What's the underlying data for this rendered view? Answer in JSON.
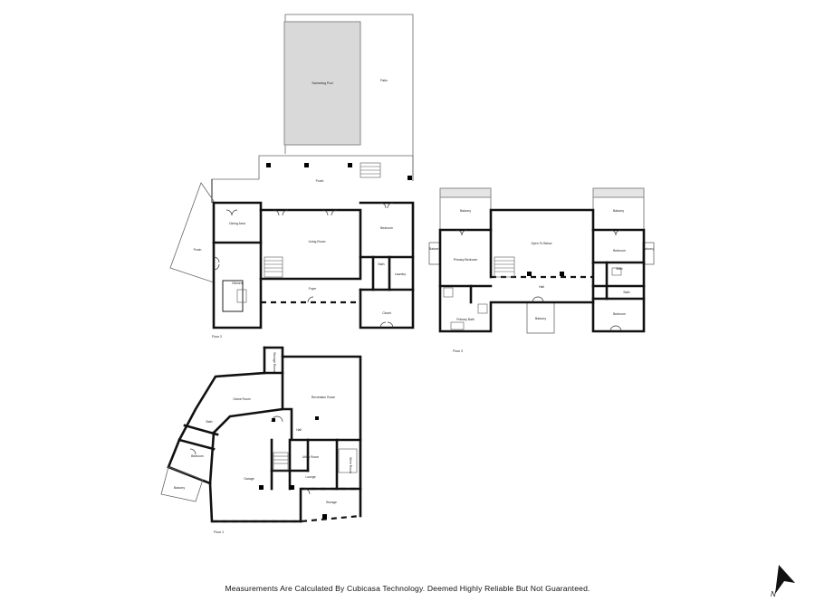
{
  "footer": {
    "text": "Measurements Are Calculated By Cubicasa Technology. Deemed Highly Reliable But Not Guaranteed."
  },
  "compass": {
    "label": "N",
    "icon": "north-arrow-icon"
  },
  "floor2": {
    "label": "Floor 2",
    "rooms": {
      "swimming_pool": "Swimming Pool",
      "patio": "Patio",
      "porch_top": "Porch",
      "porch_side": "Porch",
      "dining_area": "Dining Area",
      "living_room": "Living Room",
      "bedroom": "Bedroom",
      "kitchen": "Kitchen",
      "foyer": "Foyer",
      "bath": "Bath",
      "laundry": "Laundry",
      "closet": "Closet"
    }
  },
  "floor3": {
    "label": "Floor 3",
    "rooms": {
      "balcony_left": "Balcony",
      "balcony_right": "Balcony",
      "balcony_bottom": "Balcony",
      "balcony_side_left": "Balcony",
      "balcony_side_right": "Balcony",
      "primary_bedroom": "Primary Bedroom",
      "open_to_below": "Open To Below",
      "bedroom_top": "Bedroom",
      "bedroom_bottom": "Bedroom",
      "bath": "Bath",
      "bath_small": "Bath",
      "hall": "Hall",
      "primary_bath": "Primary Bath"
    }
  },
  "floor1": {
    "label": "Floor 1",
    "rooms": {
      "game_room": "Game Room",
      "recreation_room": "Recreation Room",
      "storage_top": "Storage Room",
      "bath": "Bath",
      "bedroom": "Bedroom",
      "balcony": "Balcony",
      "garage": "Garage",
      "hall": "Hall",
      "utility_room": "Utility Room",
      "wine_room": "Wine Room",
      "lounge": "Lounge",
      "storage_bottom": "Storage"
    }
  }
}
